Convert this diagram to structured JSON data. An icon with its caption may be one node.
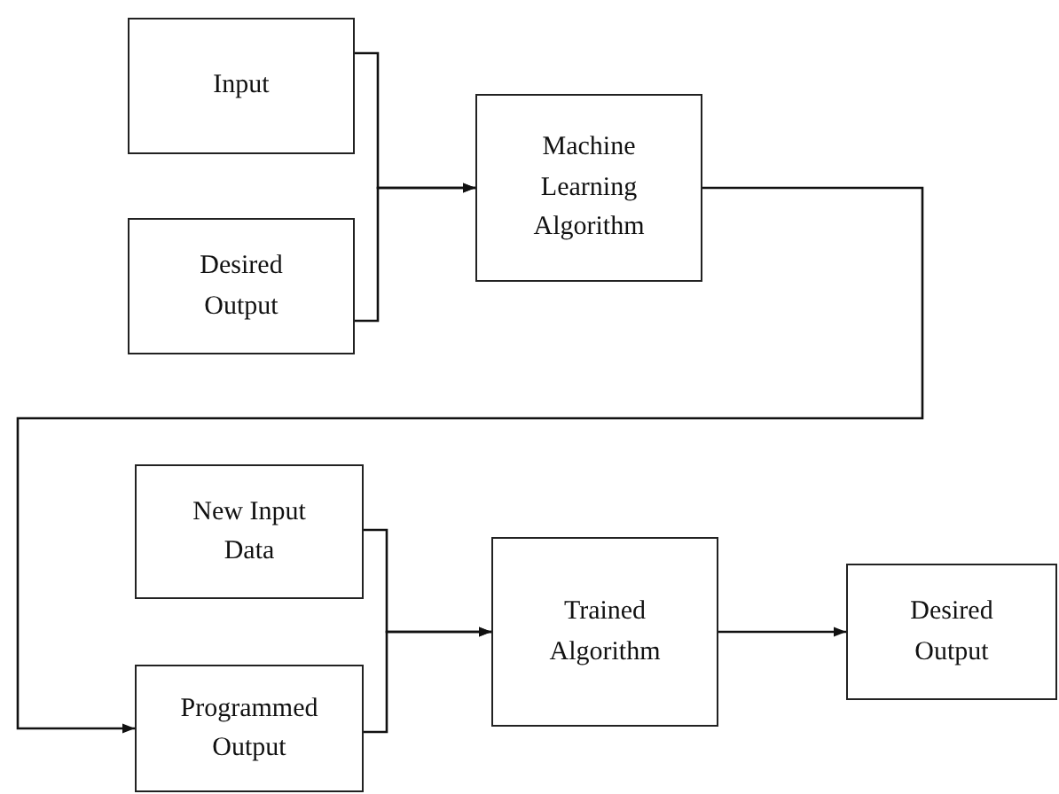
{
  "diagram": {
    "nodes": [
      {
        "text": [
          "Input"
        ]
      },
      {
        "text": [
          "Desired Output"
        ]
      },
      {
        "text": [
          "Machine Learning Algorithm"
        ]
      },
      {
        "text": [
          "New Input Data"
        ]
      },
      {
        "text": [
          "Programmed Output"
        ]
      },
      {
        "text": [
          "Trained Algorithm"
        ]
      },
      {
        "text": [
          "Desired Output"
        ]
      }
    ],
    "edges": [
      {
        "from": 0,
        "to": 2,
        "arrow": "to"
      },
      {
        "from": 1,
        "to": 2,
        "arrow": "to"
      },
      {
        "from": 2,
        "to": 4,
        "arrow": "to"
      },
      {
        "from": 3,
        "to": 5,
        "arrow": "to"
      },
      {
        "from": 4,
        "to": 5,
        "arrow": "to"
      },
      {
        "from": 5,
        "to": 6,
        "arrow": "to"
      }
    ]
  }
}
